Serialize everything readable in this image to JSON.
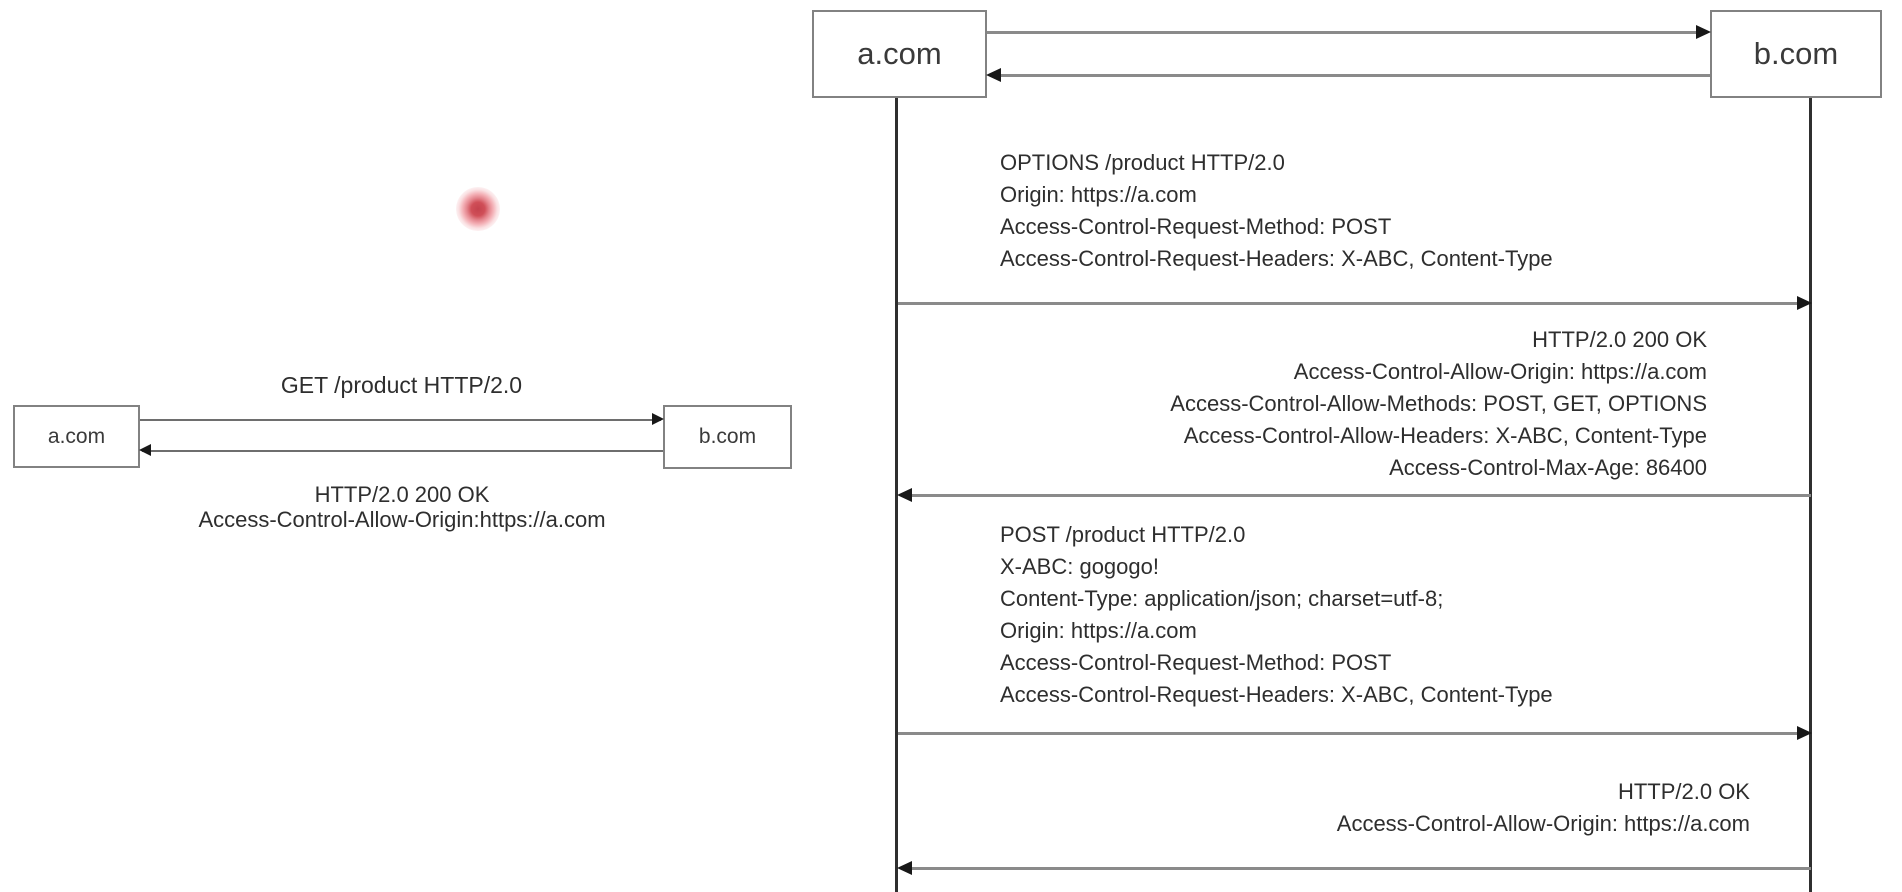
{
  "colors": {
    "background": "#ffffff",
    "arrow_shaft_gray": "#8a8a8a",
    "arrowhead_black": "#181818",
    "box_border_gray": "#828282",
    "text": "#2e2e2e",
    "laser_dot_core": "#cf4a54",
    "laser_dot_glow": "#f3aeb4"
  },
  "simple_diagram": {
    "actor_a": "a.com",
    "actor_b": "b.com",
    "request_label": "GET /product HTTP/2.0",
    "response_lines": [
      "HTTP/2.0 200 OK",
      "Access-Control-Allow-Origin:https://a.com"
    ]
  },
  "cors_diagram": {
    "actor_a": "a.com",
    "actor_b": "b.com",
    "preflight_request": {
      "direction": "a-to-b",
      "lines": [
        "OPTIONS /product HTTP/2.0",
        "Origin: https://a.com",
        "Access-Control-Request-Method: POST",
        "Access-Control-Request-Headers: X-ABC, Content-Type"
      ]
    },
    "preflight_response": {
      "direction": "b-to-a",
      "lines": [
        "HTTP/2.0 200 OK",
        "Access-Control-Allow-Origin: https://a.com",
        "Access-Control-Allow-Methods: POST, GET, OPTIONS",
        "Access-Control-Allow-Headers: X-ABC, Content-Type",
        "Access-Control-Max-Age: 86400"
      ]
    },
    "main_request": {
      "direction": "a-to-b",
      "lines": [
        "POST /product HTTP/2.0",
        "X-ABC: gogogo!",
        "Content-Type: application/json; charset=utf-8;",
        "Origin: https://a.com",
        "Access-Control-Request-Method: POST",
        "Access-Control-Request-Headers: X-ABC, Content-Type"
      ]
    },
    "main_response": {
      "direction": "b-to-a",
      "lines": [
        "HTTP/2.0 OK",
        "Access-Control-Allow-Origin: https://a.com"
      ]
    }
  },
  "pointer": {
    "name": "laser-pointer-dot"
  }
}
